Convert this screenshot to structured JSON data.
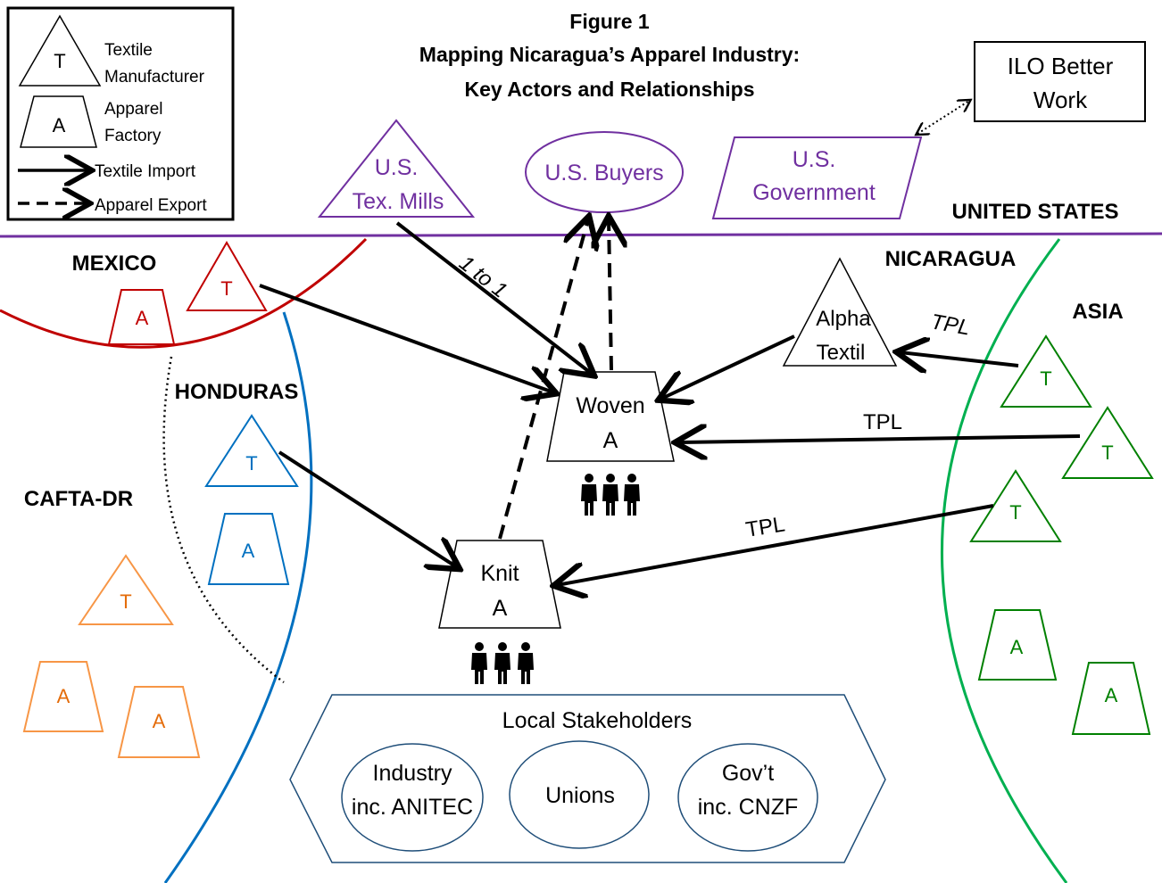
{
  "figure": {
    "number": "Figure 1",
    "title_line1": "Mapping Nicaragua’s Apparel Industry:",
    "title_line2": "Key Actors and Relationships"
  },
  "legend": {
    "textile_letter": "T",
    "textile_line1": "Textile",
    "textile_line2": "Manufacturer",
    "apparel_letter": "A",
    "apparel_line1": "Apparel",
    "apparel_line2": "Factory",
    "import_label": "Textile Import",
    "export_label": "Apparel Export"
  },
  "regions": {
    "us": "UNITED STATES",
    "mexico": "MEXICO",
    "honduras": "HONDURAS",
    "cafta": "CAFTA-DR",
    "nicaragua": "NICARAGUA",
    "asia": "ASIA"
  },
  "us_actors": {
    "mills_line1": "U.S.",
    "mills_line2": "Tex. Mills",
    "buyers": "U.S. Buyers",
    "gov_line1": "U.S.",
    "gov_line2": "Government",
    "ilo_line1": "ILO Better",
    "ilo_line2": "Work"
  },
  "nicaragua": {
    "alpha_line1": "Alpha",
    "alpha_line2": "Textil",
    "woven_line1": "Woven",
    "woven_line2": "A",
    "knit_line1": "Knit",
    "knit_line2": "A"
  },
  "shape_letters": {
    "t": "T",
    "a": "A"
  },
  "edge_labels": {
    "one_to_one": "1 to 1",
    "tpl": "TPL"
  },
  "stakeholders": {
    "title": "Local Stakeholders",
    "industry_line1": "Industry",
    "industry_line2": "inc. ANITEC",
    "unions": "Unions",
    "gov_line1": "Gov’t",
    "gov_line2": "inc. CNZF"
  },
  "colors": {
    "us_purple": "#7030a0",
    "mexico_red": "#c00000",
    "honduras_blue": "#0070c0",
    "cafta_orange": "#f79646",
    "asia_green": "#00b050",
    "asia_dark_green": "#008000",
    "text_black": "#000000"
  }
}
